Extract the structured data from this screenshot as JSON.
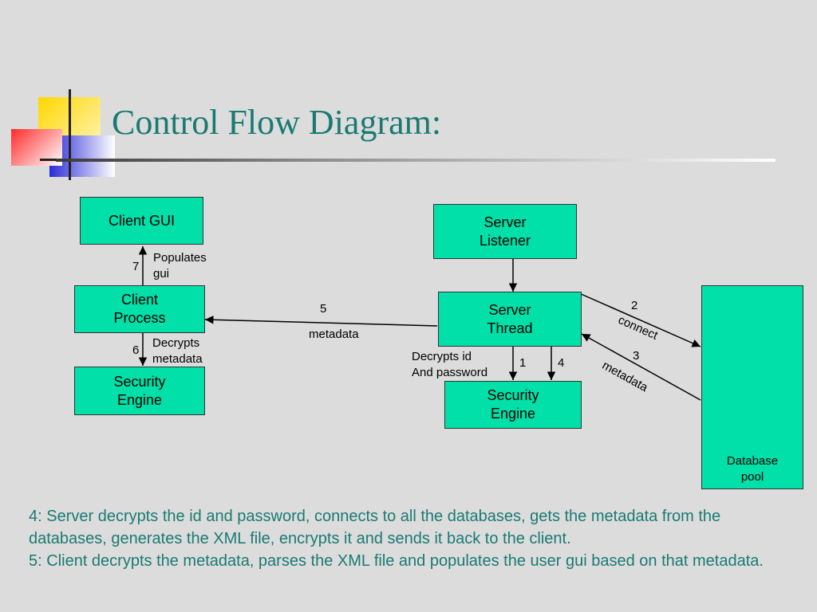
{
  "title": "Control Flow Diagram:",
  "colors": {
    "box_fill": "#00e0a8",
    "title_text": "#1a7a73",
    "body_text": "#1a7a73",
    "background": "#dcdcdc"
  },
  "nodes": {
    "client_gui": "Client GUI",
    "client_process": "Client\nProcess",
    "security_engine_client": "Security\nEngine",
    "server_listener": "Server\nListener",
    "server_thread": "Server\nThread",
    "security_engine_server": "Security\nEngine",
    "database_pool": "Database\npool"
  },
  "edges": {
    "e7_num": "7",
    "e7_label": "Populates\ngui",
    "e6_num": "6",
    "e6_label": "Decrypts\nmetadata",
    "e5_num": "5",
    "e5_label": "metadata",
    "e1_num": "1",
    "e4_num": "4",
    "e1_label": "Decrypts id\nAnd password",
    "e2_num": "2",
    "e2_label": "connect",
    "e3_num": "3",
    "e3_label": "metadata"
  },
  "description": [
    "4: Server decrypts the id and password, connects to all the databases, gets the metadata from the databases, generates the XML file, encrypts it and sends it back to the client.",
    "5: Client decrypts the metadata, parses the XML file and populates the user gui based on that metadata."
  ]
}
